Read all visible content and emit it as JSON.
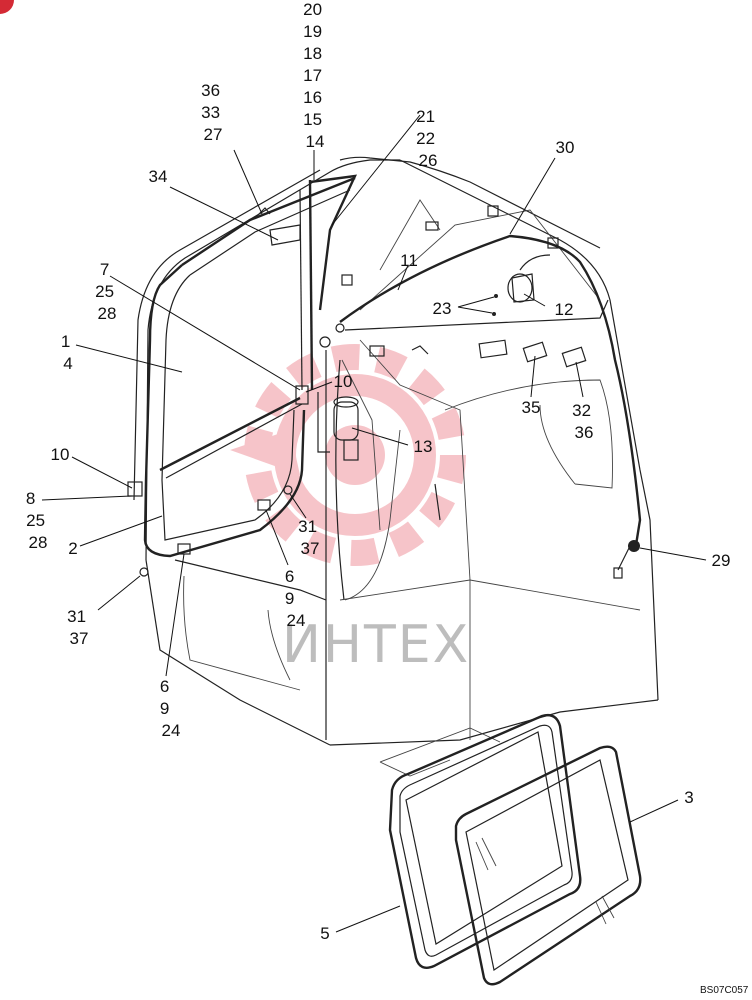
{
  "watermark_text": "ИНТЕХ",
  "drawing_code": "BS07C057",
  "callouts": [
    {
      "id": "c-20-14",
      "lines": [
        "20",
        "19",
        "18",
        "17",
        "16",
        "15",
        "14"
      ]
    },
    {
      "id": "c-36-27",
      "lines": [
        "36",
        "33",
        "27"
      ]
    },
    {
      "id": "c-21-26",
      "lines": [
        "21",
        "22",
        "26"
      ]
    },
    {
      "id": "c-30",
      "lines": [
        "30"
      ]
    },
    {
      "id": "c-34",
      "lines": [
        "34"
      ]
    },
    {
      "id": "c-11",
      "lines": [
        "11"
      ]
    },
    {
      "id": "c-7-28",
      "lines": [
        "7",
        "25",
        "28"
      ]
    },
    {
      "id": "c-23",
      "lines": [
        "23"
      ]
    },
    {
      "id": "c-12",
      "lines": [
        "12"
      ]
    },
    {
      "id": "c-1-4",
      "lines": [
        "1",
        "4"
      ]
    },
    {
      "id": "c-10-top",
      "lines": [
        "10"
      ]
    },
    {
      "id": "c-35",
      "lines": [
        "35"
      ]
    },
    {
      "id": "c-32-36",
      "lines": [
        "32",
        "36"
      ]
    },
    {
      "id": "c-13",
      "lines": [
        "13"
      ]
    },
    {
      "id": "c-10-left",
      "lines": [
        "10"
      ]
    },
    {
      "id": "c-8-28",
      "lines": [
        "8",
        "25",
        "28"
      ]
    },
    {
      "id": "c-31-37-mid",
      "lines": [
        "31",
        "37"
      ]
    },
    {
      "id": "c-2",
      "lines": [
        "2"
      ]
    },
    {
      "id": "c-29",
      "lines": [
        "29"
      ]
    },
    {
      "id": "c-6-24-mid",
      "lines": [
        "6",
        "9",
        "24"
      ]
    },
    {
      "id": "c-31-37-left",
      "lines": [
        "31",
        "37"
      ]
    },
    {
      "id": "c-6-24-low",
      "lines": [
        "6",
        "9",
        "24"
      ]
    },
    {
      "id": "c-3",
      "lines": [
        "3"
      ]
    },
    {
      "id": "c-5",
      "lines": [
        "5"
      ]
    }
  ]
}
